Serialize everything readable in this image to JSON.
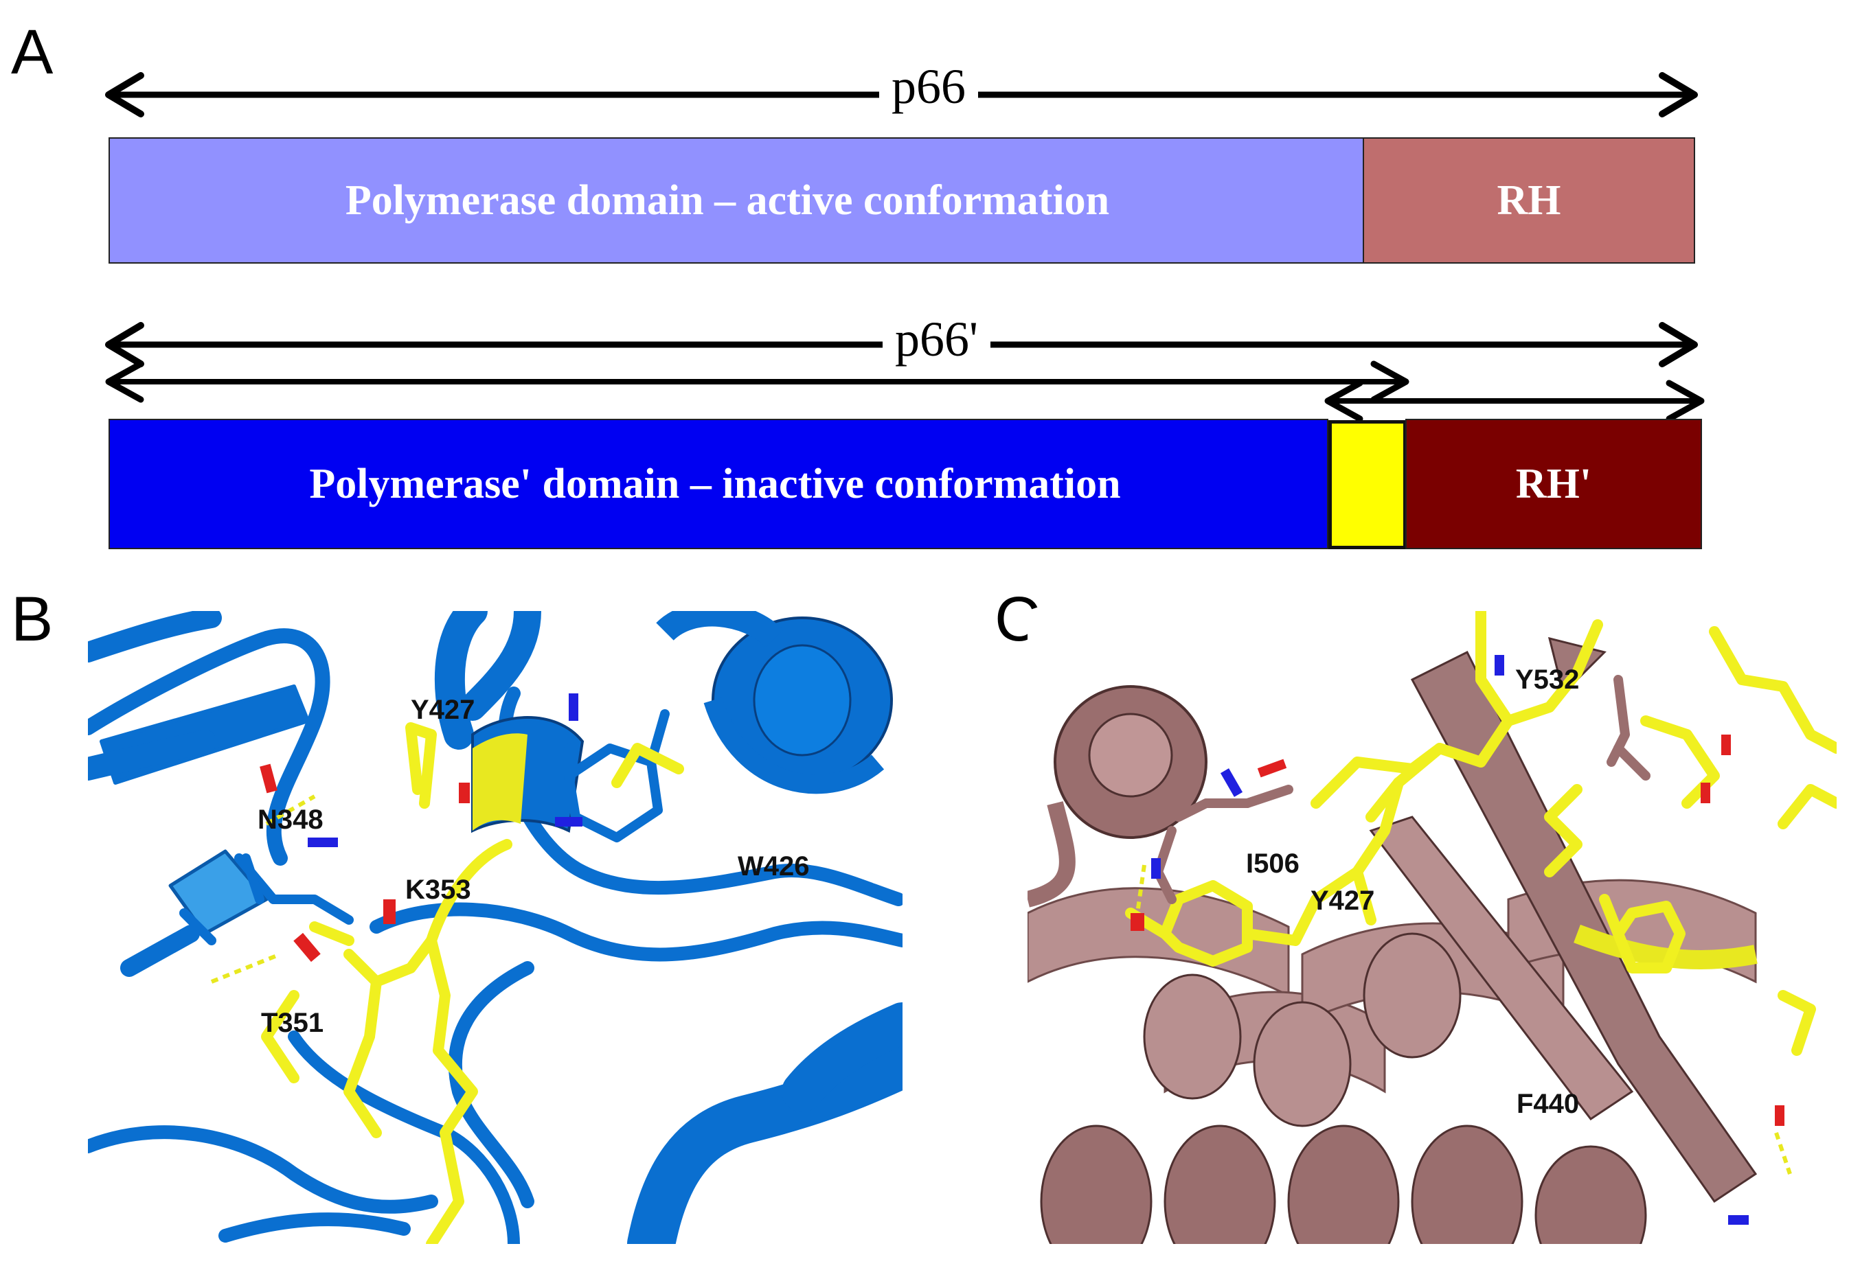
{
  "panels": {
    "a_letter": "A",
    "b_letter": "B",
    "c_letter": "C"
  },
  "panel_a": {
    "top_span_label": "p66",
    "bottom_span_label": "p66'",
    "top_domain_polymerase": "Polymerase domain  – active conformation",
    "top_domain_rh": "RH",
    "bottom_domain_polymerase": "Polymerase' domain – inactive conformation",
    "bottom_domain_rh": "RH'",
    "colors": {
      "polymerase_active": "#9191FF",
      "rh_active": "#BF6E6E",
      "polymerase_inactive": "#0000F2",
      "linker": "#FFFF00",
      "rh_inactive": "#7A0000"
    }
  },
  "panel_b": {
    "residue_labels": [
      "Y427",
      "N348",
      "K353",
      "W426",
      "T351"
    ],
    "colors": {
      "protein": "#0A6FD0",
      "ligand": "#F0F020",
      "nitrogen": "#2020E0",
      "oxygen": "#E02020"
    }
  },
  "panel_c": {
    "residue_labels": [
      "Y532",
      "I506",
      "Y427",
      "F440"
    ],
    "colors": {
      "protein": "#9A6E6E",
      "ligand": "#F0F020",
      "nitrogen": "#2020E0",
      "oxygen": "#E02020"
    }
  }
}
